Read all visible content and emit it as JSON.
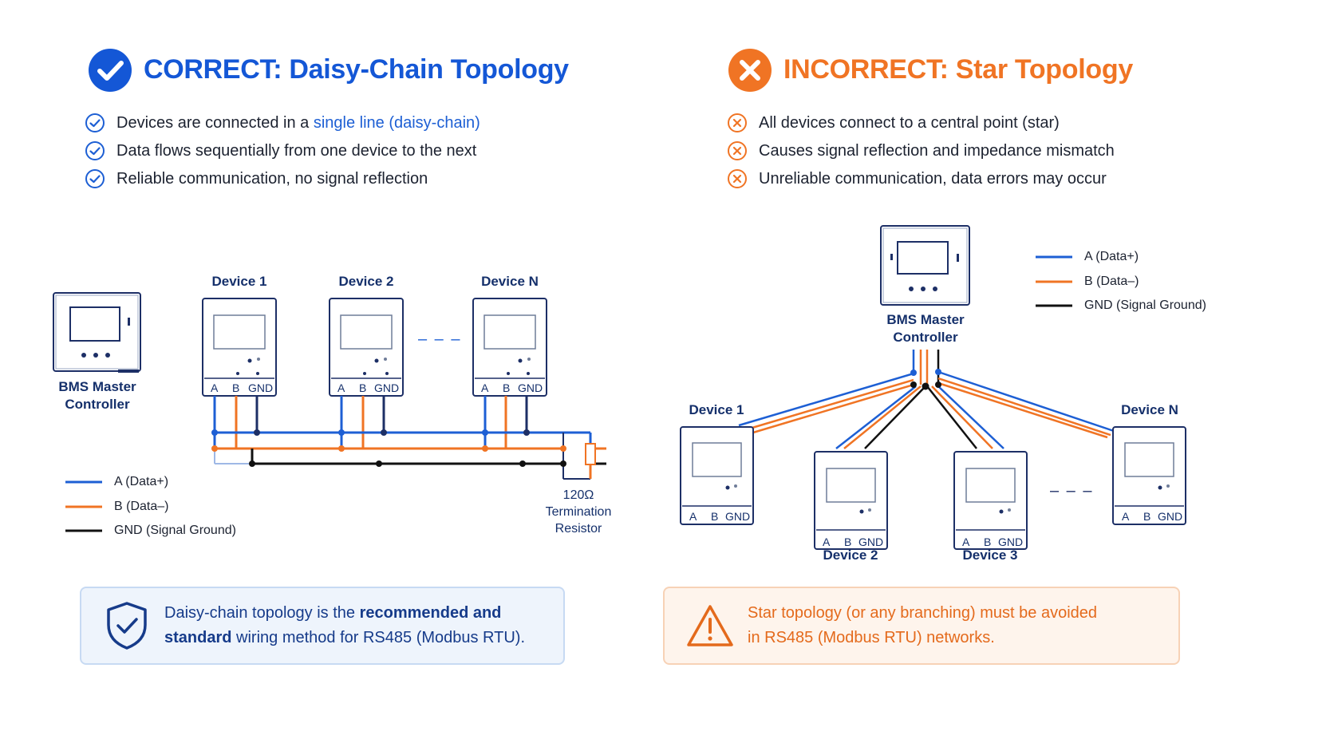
{
  "left": {
    "title": "CORRECT: Daisy-Chain Topology",
    "bullets": [
      {
        "pre": "Devices are connected in a ",
        "highlight": "single line",
        "post": " (daisy-chain)"
      },
      {
        "text": "Data flows sequentially from one device to the next"
      },
      {
        "text": "Reliable communication, no signal reflection"
      }
    ],
    "controller": {
      "line1": "BMS Master",
      "line2": "Controller"
    },
    "devices": [
      "Device 1",
      "Device 2",
      "Device N"
    ],
    "terminal_labels": [
      "A",
      "B",
      "GND"
    ],
    "ellipsis": "– – –",
    "resistor": {
      "line1": "120Ω",
      "line2": "Termination",
      "line3": "Resistor"
    },
    "legend": [
      "A (Data+)",
      "B (Data–)",
      "GND (Signal Ground)"
    ],
    "callout": {
      "pre": "Daisy-chain topology is the ",
      "bold1": "recommended and",
      "bold2": "standard",
      "post": " wiring method for RS485 (Modbus RTU)."
    }
  },
  "right": {
    "title": "INCORRECT: Star Topology",
    "bullets": [
      "All devices connect to a central point (star)",
      "Causes signal reflection and impedance mismatch",
      "Unreliable communication, data errors may occur"
    ],
    "controller": {
      "line1": "BMS Master",
      "line2": "Controller"
    },
    "devices": [
      "Device 1",
      "Device 2",
      "Device 3",
      "Device N"
    ],
    "ellipsis": "– – –",
    "legend": [
      "A (Data+)",
      "B (Data–)",
      "GND (Signal Ground)"
    ],
    "callout": {
      "line1": "Star topology (or any branching) must be avoided",
      "line2": "in RS485 (Modbus RTU) networks."
    }
  },
  "colors": {
    "blue": "#1457d6",
    "orange": "#f07424",
    "wire_a": "#1d5fd4",
    "wire_b": "#f07424",
    "wire_gnd": "#111111",
    "navy": "#15306b"
  },
  "icons": [
    "check-circle-icon",
    "x-circle-icon",
    "shield-check-icon",
    "warning-triangle-icon"
  ]
}
